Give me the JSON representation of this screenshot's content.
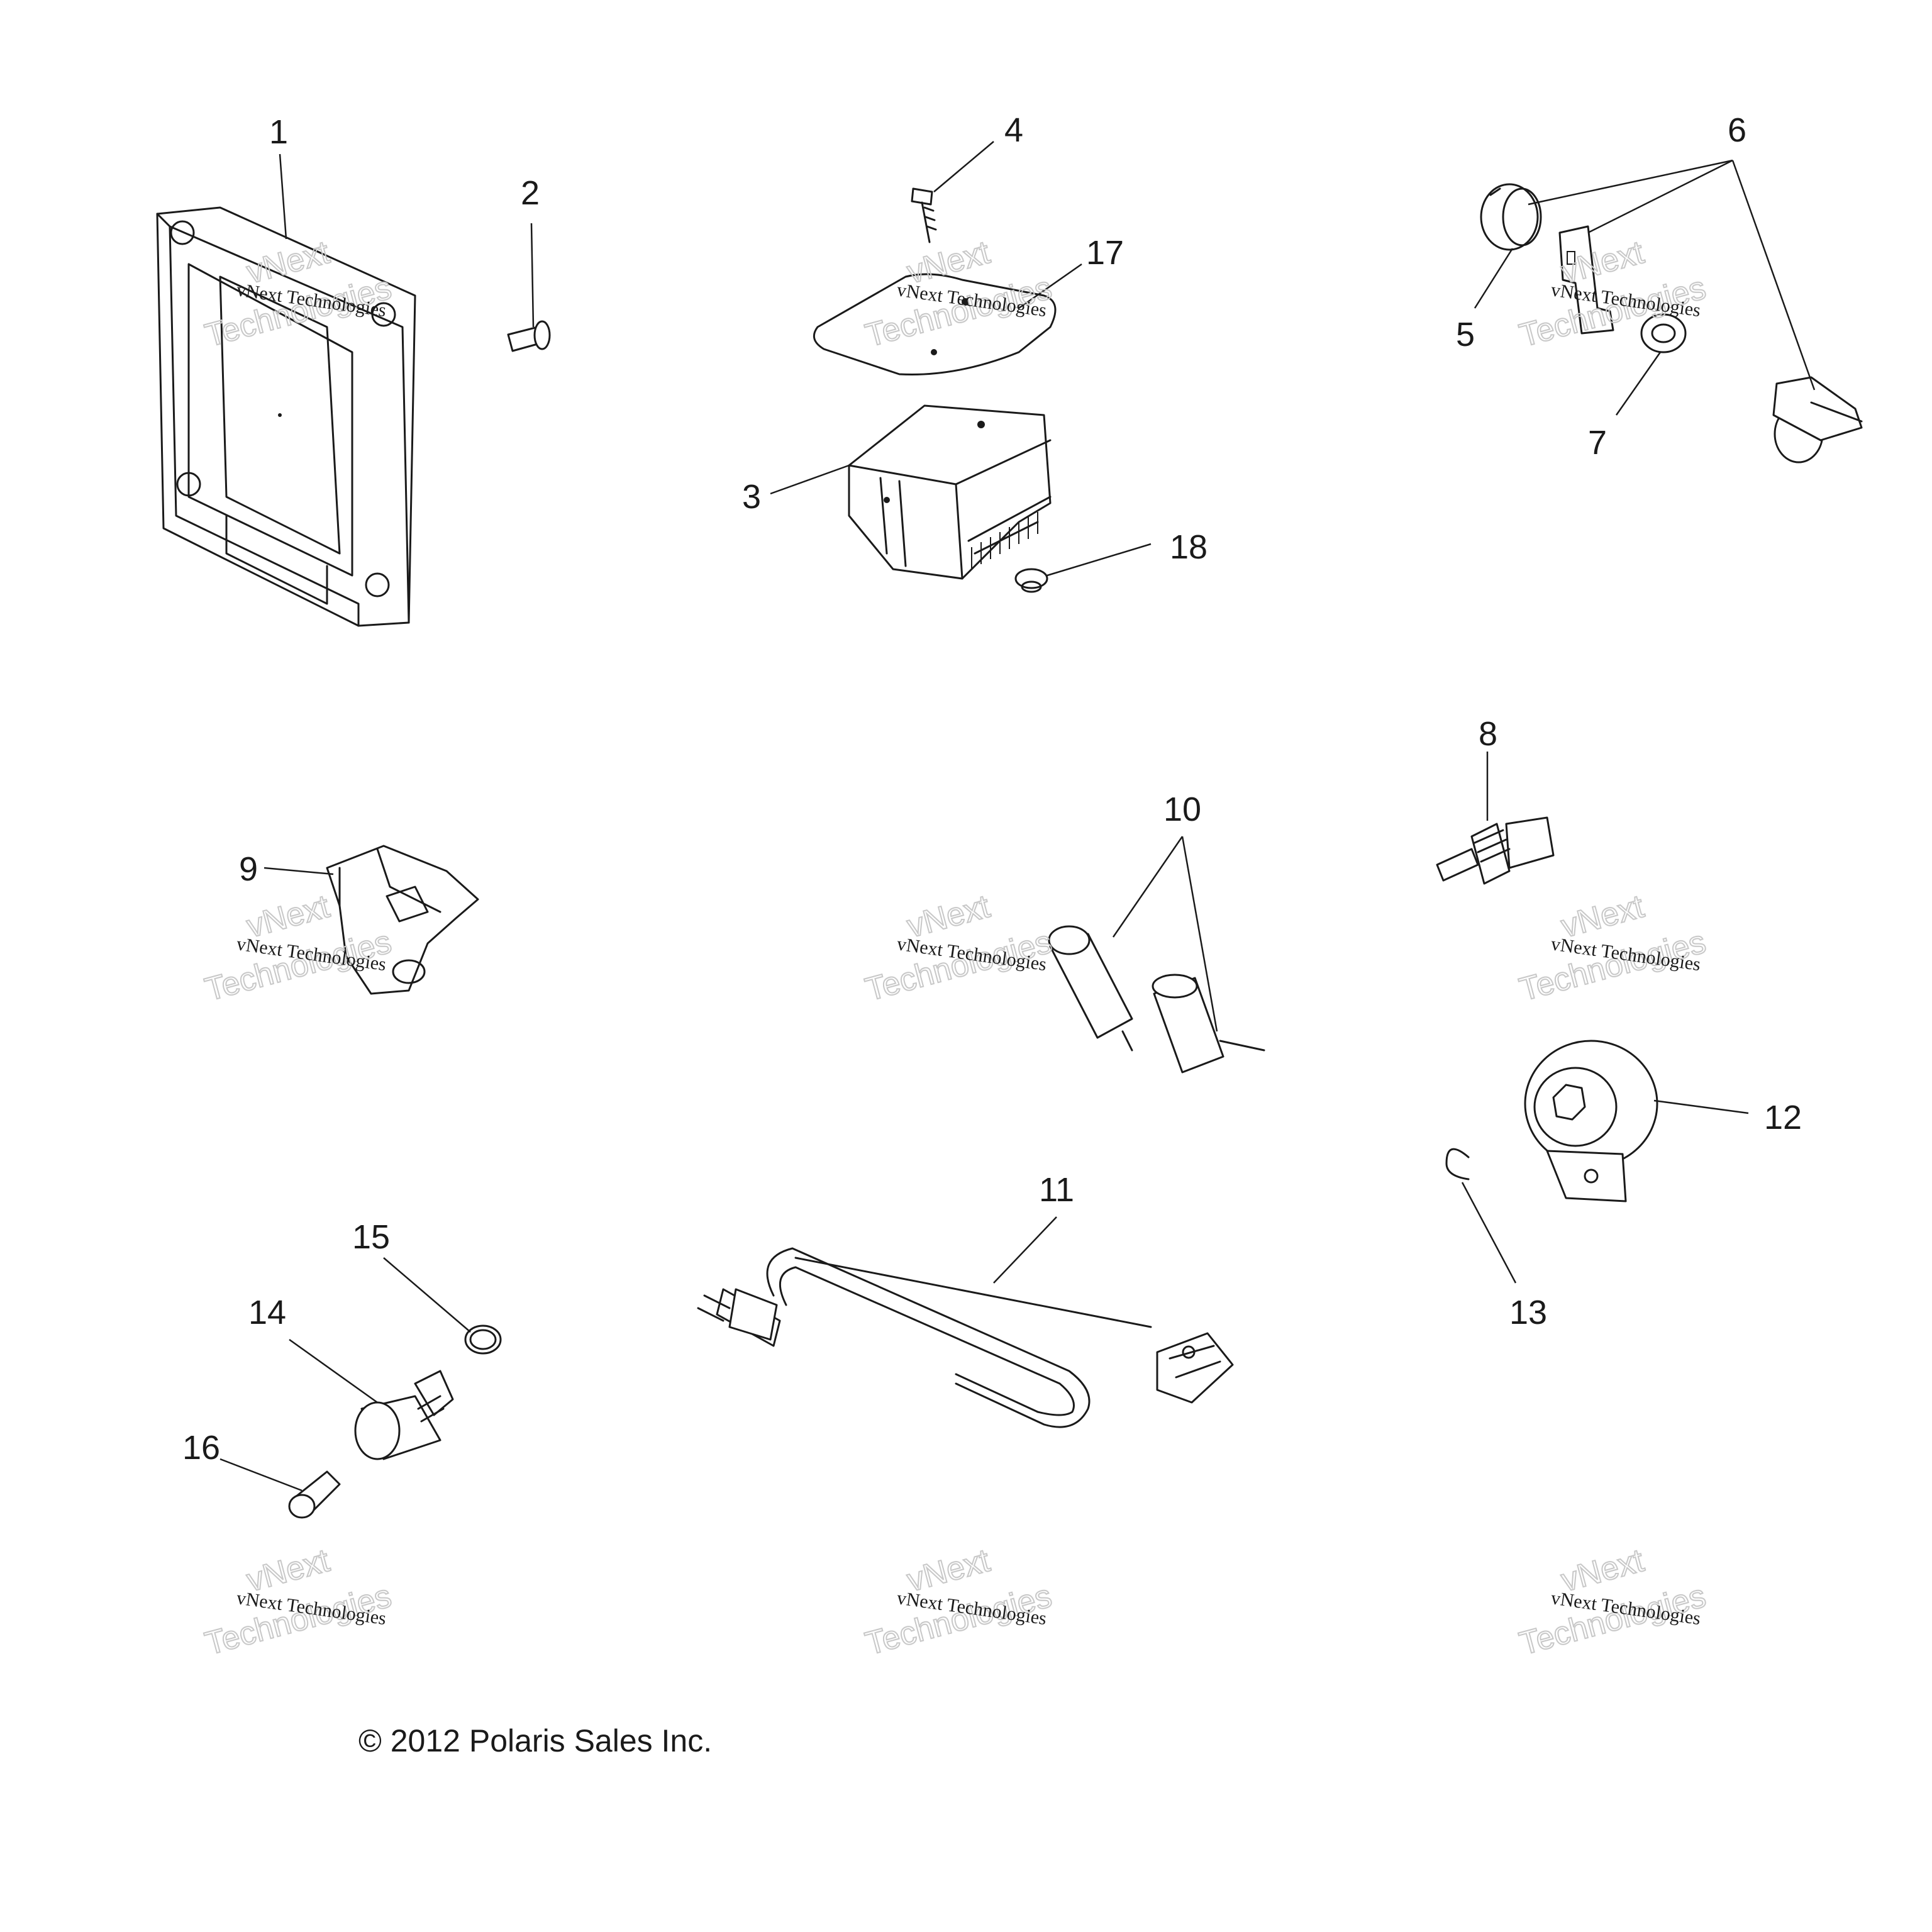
{
  "callouts": {
    "c1": "1",
    "c2": "2",
    "c3": "3",
    "c4": "4",
    "c5": "5",
    "c6": "6",
    "c7": "7",
    "c8": "8",
    "c9": "9",
    "c10": "10",
    "c11": "11",
    "c12": "12",
    "c13": "13",
    "c14": "14",
    "c15": "15",
    "c16": "16",
    "c17": "17",
    "c18": "18"
  },
  "watermark": {
    "line1": "vNext",
    "line2": "vNext Technologies",
    "line3": "Technologies"
  },
  "copyright": "© 2012 Polaris Sales Inc."
}
